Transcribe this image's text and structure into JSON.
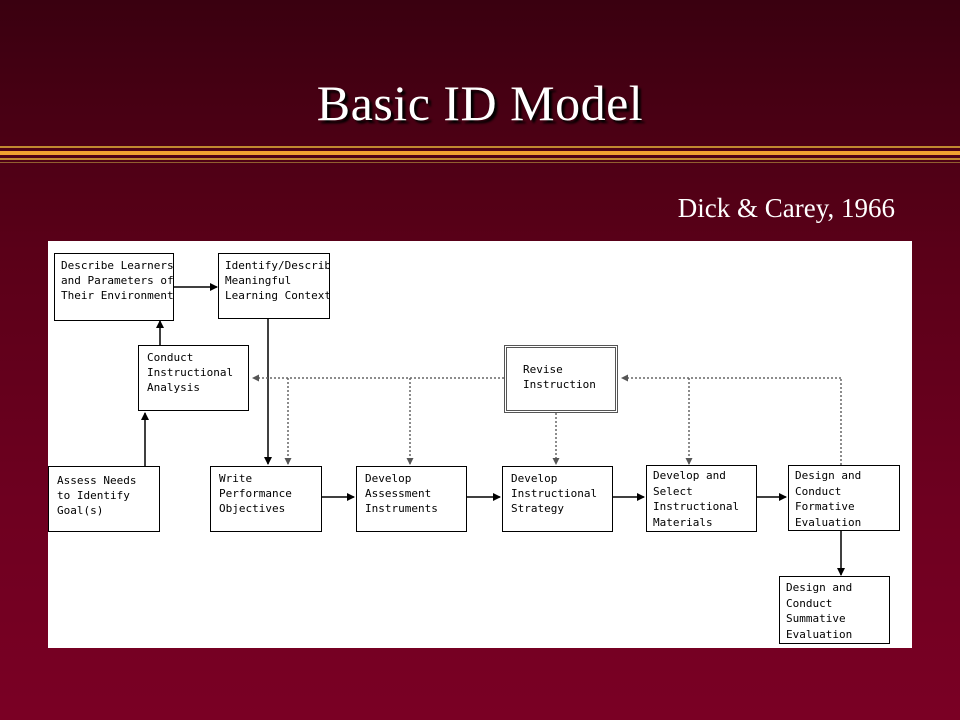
{
  "slide": {
    "title": "Basic ID Model",
    "citation": "Dick & Carey, 1966"
  },
  "diagram": {
    "boxes": {
      "describe_learners": "Describe Learners\nand Parameters of\nTheir Environment",
      "identify_context": "Identify/Describe\nMeaningful\nLearning Context",
      "conduct_analysis": "Conduct\nInstructional\nAnalysis",
      "revise_instruction": "Revise\nInstruction",
      "assess_needs": "Assess Needs\nto Identify\nGoal(s)",
      "write_objectives": "Write\nPerformance\nObjectives",
      "develop_assessment": "Develop\nAssessment\nInstruments",
      "develop_strategy": "Develop\nInstructional\nStrategy",
      "develop_materials": "Develop and\nSelect\nInstructional\nMaterials",
      "formative_evaluation": "Design and\nConduct\nFormative\nEvaluation",
      "summative_evaluation": "Design and\nConduct\nSummative\nEvaluation"
    }
  }
}
